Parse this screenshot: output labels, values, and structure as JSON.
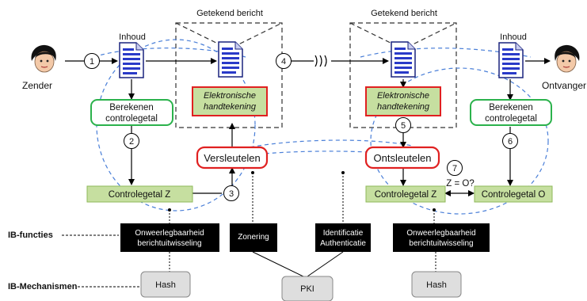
{
  "headers": {
    "signed_message_left": "Getekend bericht",
    "signed_message_right": "Getekend bericht",
    "content_left": "Inhoud",
    "content_right": "Inhoud"
  },
  "actors": {
    "sender": "Zender",
    "receiver": "Ontvanger"
  },
  "boxes": {
    "compute_left_line1": "Berekenen",
    "compute_left_line2": "controlegetal",
    "compute_right_line1": "Berekenen",
    "compute_right_line2": "controlegetal",
    "signature_left_line1": "Elektronische",
    "signature_left_line2": "handtekening",
    "signature_right_line1": "Elektronische",
    "signature_right_line2": "handtekening",
    "encrypt": "Versleutelen",
    "decrypt": "Ontsleutelen",
    "checksum_z_left": "Controlegetal Z",
    "checksum_z_right": "Controlegetal  Z",
    "checksum_o": "Controlegetal  O",
    "compare": "Z = O?"
  },
  "steps": [
    "1",
    "2",
    "3",
    "4",
    "5",
    "6",
    "7"
  ],
  "ib_functions": {
    "label": "IB-functies",
    "non_repudiation_left_line1": "Onweerlegbaarheid",
    "non_repudiation_left_line2": "berichtuitwisseling",
    "zoning": "Zonering",
    "identification": "Identificatie",
    "authentication": "Authenticatie",
    "non_repudiation_right_line1": "Onweerlegbaarheid",
    "non_repudiation_right_line2": "berichtuitwisseling"
  },
  "ib_mechanisms": {
    "label": "IB-Mechanismen",
    "hash_left": "Hash",
    "pki": "PKI",
    "hash_right": "Hash"
  },
  "colors": {
    "green_fill": "#c6dfa0",
    "green_border": "#8fb95a",
    "green_outline": "#2bb24c",
    "red_outline": "#e02020",
    "doc_fill": "#2a3ac8",
    "doc_border": "#1a237e",
    "black_box": "#000000",
    "grey_box": "#dedede",
    "dashed_blue": "#4a7fd8"
  }
}
